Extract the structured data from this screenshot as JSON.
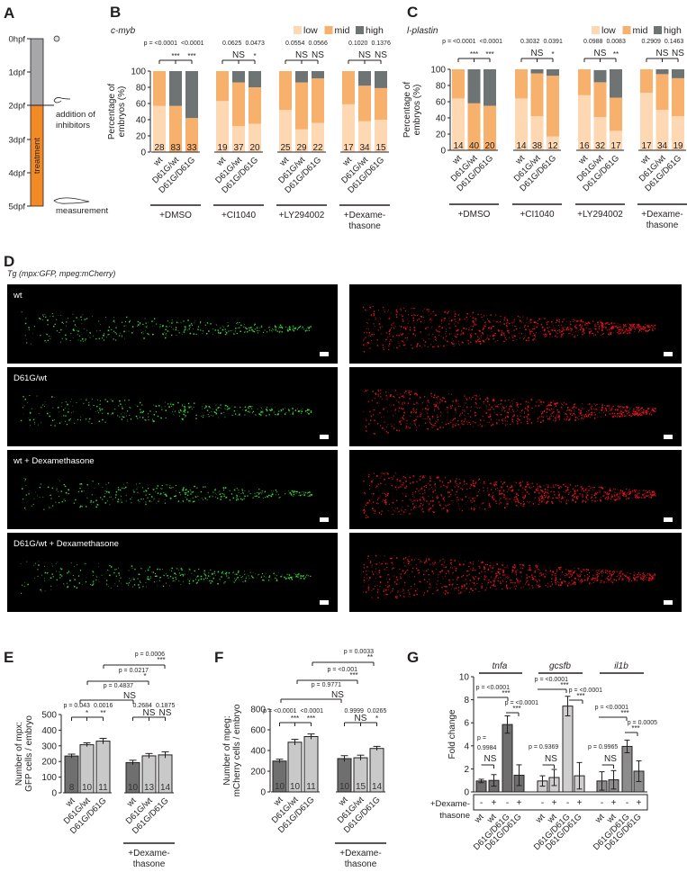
{
  "panel_labels": {
    "A": "A",
    "B": "B",
    "C": "C",
    "D": "D",
    "E": "E",
    "F": "F",
    "G": "G"
  },
  "panel_a": {
    "timepoints": [
      "0hpf",
      "1dpf",
      "2dpf",
      "3dpf",
      "4dpf",
      "5dpf"
    ],
    "treatment_label": "treatment",
    "annotation_inhibitors": [
      "addition of",
      "inhibitors"
    ],
    "annotation_measurement": "measurement",
    "colors": {
      "pre": "#a7a7a9",
      "treatment": "#f28a26"
    }
  },
  "legend": {
    "low": "low",
    "mid": "mid",
    "high": "high",
    "colors": {
      "low": "#fdd8b3",
      "mid": "#f7b16c",
      "high": "#6e7473"
    }
  },
  "panel_d": {
    "title": "Tg (mpx:GFP, mpeg:mCherry)",
    "rows": [
      "wt",
      "D61G/wt",
      "wt + Dexamethasone",
      "D61G/wt + Dexamethasone"
    ],
    "colors": {
      "gfp": "#3bd43b",
      "mcherry": "#e0141e",
      "background": "#000000"
    }
  },
  "chart_data": [
    {
      "panel": "B",
      "type": "bar",
      "stacked": true,
      "title": "c-myb",
      "ylabel": [
        "Percentage of",
        "embryos (%)"
      ],
      "ylim": [
        0,
        100
      ],
      "yticks": [
        "0",
        "20",
        "40",
        "60",
        "80",
        "100"
      ],
      "genotypes": [
        "wt",
        "D61G/wt",
        "D61G/D61G"
      ],
      "groups": [
        {
          "label": [
            "+DMSO"
          ],
          "p_values": [
            "p = <0.0001",
            "<0.0001"
          ],
          "significance": [
            "***",
            "***"
          ],
          "bars": [
            {
              "low": 57,
              "mid": 43,
              "high": 0,
              "n": "28"
            },
            {
              "low": 0,
              "mid": 57,
              "high": 43,
              "n": "83"
            },
            {
              "low": 0,
              "mid": 42,
              "high": 58,
              "n": "33"
            }
          ]
        },
        {
          "label": [
            "+CI1040"
          ],
          "p_values": [
            "0.0625",
            "0.0473"
          ],
          "significance": [
            "NS",
            "*"
          ],
          "bars": [
            {
              "low": 63,
              "mid": 37,
              "high": 0,
              "n": "19"
            },
            {
              "low": 32,
              "mid": 54,
              "high": 14,
              "n": "37"
            },
            {
              "low": 35,
              "mid": 45,
              "high": 20,
              "n": "20"
            }
          ]
        },
        {
          "label": [
            "+LY294002"
          ],
          "p_values": [
            "0.0554",
            "0.0566"
          ],
          "significance": [
            "NS",
            "NS"
          ],
          "bars": [
            {
              "low": 52,
              "mid": 48,
              "high": 0,
              "n": "25"
            },
            {
              "low": 28,
              "mid": 58,
              "high": 14,
              "n": "29"
            },
            {
              "low": 36,
              "mid": 55,
              "high": 9,
              "n": "22"
            }
          ]
        },
        {
          "label": [
            "+Dexame-",
            "thasone"
          ],
          "p_values": [
            "0.1020",
            "0.1376"
          ],
          "significance": [
            "NS",
            "NS"
          ],
          "bars": [
            {
              "low": 59,
              "mid": 41,
              "high": 0,
              "n": "17"
            },
            {
              "low": 38,
              "mid": 44,
              "high": 18,
              "n": "34"
            },
            {
              "low": 40,
              "mid": 39,
              "high": 21,
              "n": "15"
            }
          ]
        }
      ]
    },
    {
      "panel": "C",
      "type": "bar",
      "stacked": true,
      "title": "l-plastin",
      "ylabel": [
        "Percentage of",
        "embryos (%)"
      ],
      "ylim": [
        0,
        100
      ],
      "yticks": [
        "0",
        "20",
        "40",
        "60",
        "80",
        "100"
      ],
      "genotypes": [
        "wt",
        "D61G/wt",
        "D61G/D61G"
      ],
      "groups": [
        {
          "label": [
            "+DMSO"
          ],
          "p_values": [
            "p = <0.0001",
            "<0.0001"
          ],
          "significance": [
            "***",
            "***"
          ],
          "bars": [
            {
              "low": 64,
              "mid": 36,
              "high": 0,
              "n": "14"
            },
            {
              "low": 0,
              "mid": 58,
              "high": 42,
              "n": "40"
            },
            {
              "low": 0,
              "mid": 55,
              "high": 45,
              "n": "20"
            }
          ]
        },
        {
          "label": [
            "+CI1040"
          ],
          "p_values": [
            "0.3032",
            "0.0391"
          ],
          "significance": [
            "NS",
            "*"
          ],
          "bars": [
            {
              "low": 64,
              "mid": 36,
              "high": 0,
              "n": "14"
            },
            {
              "low": 42,
              "mid": 53,
              "high": 5,
              "n": "38"
            },
            {
              "low": 17,
              "mid": 75,
              "high": 8,
              "n": "12"
            }
          ]
        },
        {
          "label": [
            "+LY294002"
          ],
          "p_values": [
            "0.0988",
            "0.0083"
          ],
          "significance": [
            "NS",
            "**"
          ],
          "bars": [
            {
              "low": 68,
              "mid": 32,
              "high": 0,
              "n": "16"
            },
            {
              "low": 41,
              "mid": 43,
              "high": 15,
              "n": "32"
            },
            {
              "low": 24,
              "mid": 41,
              "high": 35,
              "n": "17"
            }
          ]
        },
        {
          "label": [
            "+Dexame-",
            "thasone"
          ],
          "p_values": [
            "0.2909",
            "0.1463"
          ],
          "significance": [
            "NS",
            "NS"
          ],
          "bars": [
            {
              "low": 71,
              "mid": 29,
              "high": 0,
              "n": "17"
            },
            {
              "low": 50,
              "mid": 44,
              "high": 6,
              "n": "34"
            },
            {
              "low": 42,
              "mid": 47,
              "high": 11,
              "n": "19"
            }
          ]
        }
      ]
    },
    {
      "panel": "E",
      "type": "bar",
      "ylabel": [
        "Number of mpx:",
        "GFP cells / embryo"
      ],
      "ylim": [
        0,
        500
      ],
      "yticks": [
        "0",
        "100",
        "200",
        "300",
        "400",
        "500"
      ],
      "genotypes": [
        "wt",
        "D61G/wt",
        "D61G/D61G"
      ],
      "groups": [
        {
          "label": [],
          "p_values": [
            "p = 0.043",
            "0.0016"
          ],
          "significance": [
            "*",
            "**"
          ],
          "bars": [
            {
              "value": 235,
              "sem": 12,
              "n": "8"
            },
            {
              "value": 307,
              "sem": 12,
              "n": "10"
            },
            {
              "value": 330,
              "sem": 18,
              "n": "11"
            }
          ]
        },
        {
          "label": [
            "+Dexame-",
            "thasone"
          ],
          "p_values": [
            "0.2684",
            "0.1875"
          ],
          "significance": [
            "NS",
            "NS"
          ],
          "bars": [
            {
              "value": 193,
              "sem": 15,
              "n": "10"
            },
            {
              "value": 236,
              "sem": 15,
              "n": "13"
            },
            {
              "value": 242,
              "sem": 20,
              "n": "14"
            }
          ]
        }
      ],
      "between_group": [
        {
          "p": "p = 0.4837",
          "sig": "NS"
        },
        {
          "p": "p = 0.0217",
          "sig": "*"
        },
        {
          "p": "p = 0.0006",
          "sig": "***"
        }
      ]
    },
    {
      "panel": "F",
      "type": "bar",
      "ylabel": [
        "Number of mpeg:",
        "mCherry cells / embryo"
      ],
      "ylim": [
        0,
        800
      ],
      "yticks": [
        "0",
        "200",
        "400",
        "600",
        "800"
      ],
      "genotypes": [
        "wt",
        "D61G/wt",
        "D61G/D61G"
      ],
      "groups": [
        {
          "label": [],
          "p_values": [
            "p = <0.0001",
            "<0.0001"
          ],
          "significance": [
            "***",
            "***"
          ],
          "bars": [
            {
              "value": 298,
              "sem": 18,
              "n": "10"
            },
            {
              "value": 480,
              "sem": 28,
              "n": "10"
            },
            {
              "value": 535,
              "sem": 25,
              "n": "11"
            }
          ]
        },
        {
          "label": [
            "+Dexame-",
            "thasone"
          ],
          "p_values": [
            "0.9999",
            "0.0265"
          ],
          "significance": [
            "NS",
            "*"
          ],
          "bars": [
            {
              "value": 322,
              "sem": 28,
              "n": "10"
            },
            {
              "value": 330,
              "sem": 25,
              "n": "15"
            },
            {
              "value": 420,
              "sem": 20,
              "n": "14"
            }
          ]
        }
      ],
      "between_group": [
        {
          "p": "p = 0.9771",
          "sig": "NS"
        },
        {
          "p": "p = <0.001",
          "sig": "***"
        },
        {
          "p": "p = 0.0033",
          "sig": "**"
        }
      ]
    },
    {
      "panel": "G",
      "type": "bar",
      "ylabel": "Fold change",
      "ylim": [
        0,
        10
      ],
      "yticks": [
        "0",
        "2",
        "4",
        "6",
        "8",
        "10"
      ],
      "dexamethasone_label": [
        "+Dexame-",
        "thasone"
      ],
      "treatment_marks": [
        "-",
        "+",
        "-",
        "+"
      ],
      "genotypes": [
        "wt",
        "wt",
        "D61G/D61G",
        "D61G/D61G"
      ],
      "genes": [
        {
          "name": "tnfa",
          "color": "#6e6e6e",
          "values": [
            0.95,
            1.0,
            5.85,
            1.45
          ],
          "errors": [
            0.15,
            0.5,
            0.75,
            0.9
          ],
          "comparisons": [
            {
              "p": [
                "p =",
                "0.9984"
              ],
              "sig": "NS"
            },
            {
              "p": [
                "p = <0.0001"
              ],
              "sig": "***"
            },
            {
              "p": [
                "p = <0.0001"
              ],
              "sig": "***"
            }
          ]
        },
        {
          "name": "gcsfb",
          "color": "#cfcfcf",
          "values": [
            0.95,
            1.25,
            7.45,
            1.4
          ],
          "errors": [
            0.45,
            0.7,
            0.85,
            1.15
          ],
          "comparisons": [
            {
              "p": [
                "p = 0.9369"
              ],
              "sig": "NS"
            },
            {
              "p": [
                "p = <0.0001"
              ],
              "sig": "***"
            },
            {
              "p": [
                "p = <0.0001"
              ],
              "sig": "***"
            }
          ]
        },
        {
          "name": "il1b",
          "color": "#8c8c8c",
          "values": [
            0.95,
            1.05,
            3.95,
            1.8
          ],
          "errors": [
            0.8,
            0.8,
            0.55,
            0.9
          ],
          "comparisons": [
            {
              "p": [
                "p = 0.9965"
              ],
              "sig": "NS"
            },
            {
              "p": [
                "p = <0.0001"
              ],
              "sig": "***"
            },
            {
              "p": [
                "p = 0.0005"
              ],
              "sig": "***"
            }
          ]
        }
      ]
    }
  ]
}
